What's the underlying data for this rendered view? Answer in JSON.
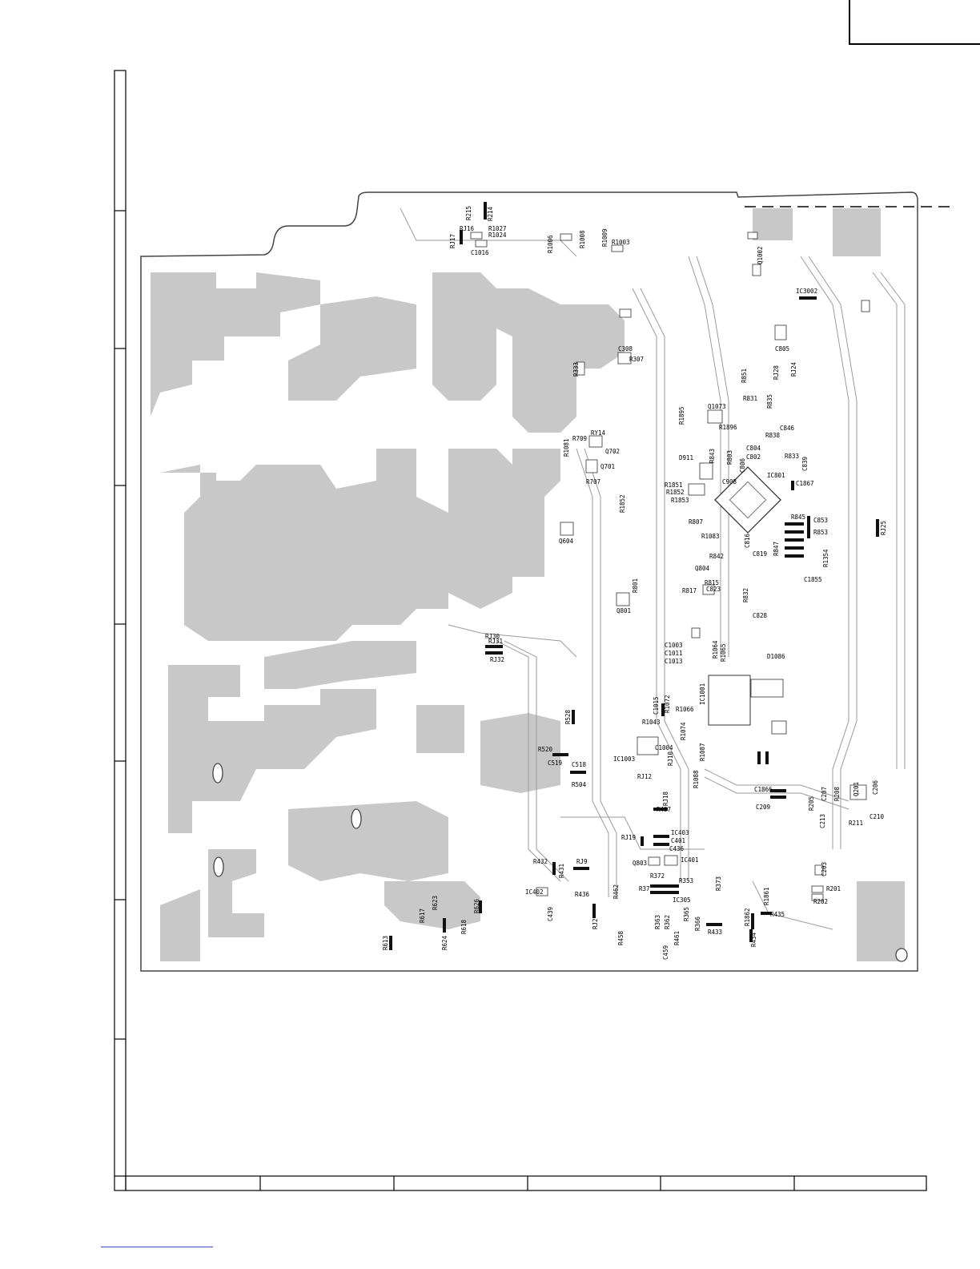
{
  "colors": {
    "copper": "#c8c8c8",
    "outline": "#444444",
    "trace": "#9a9a9a",
    "component": "#111111",
    "link": "#3b4fc6"
  },
  "labels": [
    {
      "text": "R215"
    },
    {
      "text": "R214"
    },
    {
      "text": "RJ16"
    },
    {
      "text": "R1027"
    },
    {
      "text": "R1024"
    },
    {
      "text": "RJ17"
    },
    {
      "text": "C1016"
    },
    {
      "text": "R1006"
    },
    {
      "text": "R1008"
    },
    {
      "text": "R1009"
    },
    {
      "text": "R1003"
    },
    {
      "text": "Q1002"
    },
    {
      "text": "IC3002"
    },
    {
      "text": "C308"
    },
    {
      "text": "R307"
    },
    {
      "text": "R333"
    },
    {
      "text": "C805"
    },
    {
      "text": "R851"
    },
    {
      "text": "RJ28"
    },
    {
      "text": "RJ24"
    },
    {
      "text": "R831"
    },
    {
      "text": "R835"
    },
    {
      "text": "Q1073"
    },
    {
      "text": "R1896"
    },
    {
      "text": "R1895"
    },
    {
      "text": "C846"
    },
    {
      "text": "R838"
    },
    {
      "text": "C804"
    },
    {
      "text": "C802"
    },
    {
      "text": "IC801"
    },
    {
      "text": "R833"
    },
    {
      "text": "C839"
    },
    {
      "text": "C1867"
    },
    {
      "text": "R843"
    },
    {
      "text": "R803"
    },
    {
      "text": "C806"
    },
    {
      "text": "R845"
    },
    {
      "text": "C853"
    },
    {
      "text": "R853"
    },
    {
      "text": "R1083"
    },
    {
      "text": "C816"
    },
    {
      "text": "C819"
    },
    {
      "text": "R842"
    },
    {
      "text": "R847"
    },
    {
      "text": "R1354"
    },
    {
      "text": "C1855"
    },
    {
      "text": "Q804"
    },
    {
      "text": "R815"
    },
    {
      "text": "C823"
    },
    {
      "text": "R817"
    },
    {
      "text": "R832"
    },
    {
      "text": "C828"
    },
    {
      "text": "RY14"
    },
    {
      "text": "R709"
    },
    {
      "text": "R1081"
    },
    {
      "text": "Q702"
    },
    {
      "text": "Q701"
    },
    {
      "text": "R707"
    },
    {
      "text": "R1852"
    },
    {
      "text": "D911"
    },
    {
      "text": "R1851"
    },
    {
      "text": "R1852"
    },
    {
      "text": "R1853"
    },
    {
      "text": "C908"
    },
    {
      "text": "R807"
    },
    {
      "text": "Q604"
    },
    {
      "text": "Q801"
    },
    {
      "text": "R801"
    },
    {
      "text": "RJ30"
    },
    {
      "text": "RJ31"
    },
    {
      "text": "RJ32"
    },
    {
      "text": "C1003"
    },
    {
      "text": "C1011"
    },
    {
      "text": "C1013"
    },
    {
      "text": "R1064"
    },
    {
      "text": "R1065"
    },
    {
      "text": "D1086"
    },
    {
      "text": "IC1001"
    },
    {
      "text": "R1072"
    },
    {
      "text": "C1015"
    },
    {
      "text": "R1066"
    },
    {
      "text": "R1043"
    },
    {
      "text": "R1074"
    },
    {
      "text": "C1004"
    },
    {
      "text": "IC1003"
    },
    {
      "text": "RJ10"
    },
    {
      "text": "RJ12"
    },
    {
      "text": "R1087"
    },
    {
      "text": "R1088"
    },
    {
      "text": "R528"
    },
    {
      "text": "R520"
    },
    {
      "text": "C519"
    },
    {
      "text": "C518"
    },
    {
      "text": "R504"
    },
    {
      "text": "RJ18"
    },
    {
      "text": "R437"
    },
    {
      "text": "C1866"
    },
    {
      "text": "C209"
    },
    {
      "text": "R205"
    },
    {
      "text": "C207"
    },
    {
      "text": "R208"
    },
    {
      "text": "Q201"
    },
    {
      "text": "C206"
    },
    {
      "text": "C213"
    },
    {
      "text": "R211"
    },
    {
      "text": "C210"
    },
    {
      "text": "RJ19"
    },
    {
      "text": "IC403"
    },
    {
      "text": "C401"
    },
    {
      "text": "C436"
    },
    {
      "text": "IC401"
    },
    {
      "text": "Q803"
    },
    {
      "text": "R432"
    },
    {
      "text": "R431"
    },
    {
      "text": "RJ9"
    },
    {
      "text": "R372"
    },
    {
      "text": "R353"
    },
    {
      "text": "R37"
    },
    {
      "text": "IC305"
    },
    {
      "text": "R373"
    },
    {
      "text": "IC402"
    },
    {
      "text": "R436"
    },
    {
      "text": "R462"
    },
    {
      "text": "C203"
    },
    {
      "text": "R201"
    },
    {
      "text": "R202"
    },
    {
      "text": "R1861"
    },
    {
      "text": "R1862"
    },
    {
      "text": "R435"
    },
    {
      "text": "R434"
    },
    {
      "text": "R433"
    },
    {
      "text": "R366"
    },
    {
      "text": "R365"
    },
    {
      "text": "R363"
    },
    {
      "text": "R362"
    },
    {
      "text": "R461"
    },
    {
      "text": "C459"
    },
    {
      "text": "R458"
    },
    {
      "text": "RJ2"
    },
    {
      "text": "C439"
    },
    {
      "text": "R617"
    },
    {
      "text": "R623"
    },
    {
      "text": "R626"
    },
    {
      "text": "R618"
    },
    {
      "text": "R624"
    },
    {
      "text": "R613"
    },
    {
      "text": "RJ25"
    }
  ]
}
